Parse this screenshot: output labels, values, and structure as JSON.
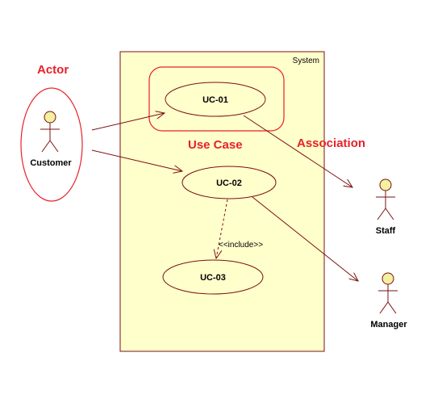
{
  "system": {
    "label": "System"
  },
  "callouts": {
    "actor": "Actor",
    "use_case": "Use Case",
    "association": "Association"
  },
  "use_cases": [
    {
      "id": "uc01",
      "label": "UC-01"
    },
    {
      "id": "uc02",
      "label": "UC-02"
    },
    {
      "id": "uc03",
      "label": "UC-03"
    }
  ],
  "actors": [
    {
      "id": "customer",
      "label": "Customer"
    },
    {
      "id": "staff",
      "label": "Staff"
    },
    {
      "id": "manager",
      "label": "Manager"
    }
  ],
  "relations": {
    "include_label": "<<include>>"
  },
  "colors": {
    "system_fill": "#ffffcc",
    "line": "#7a1010",
    "highlight": "#e8202a",
    "actor_fill": "#f3f0a0"
  }
}
